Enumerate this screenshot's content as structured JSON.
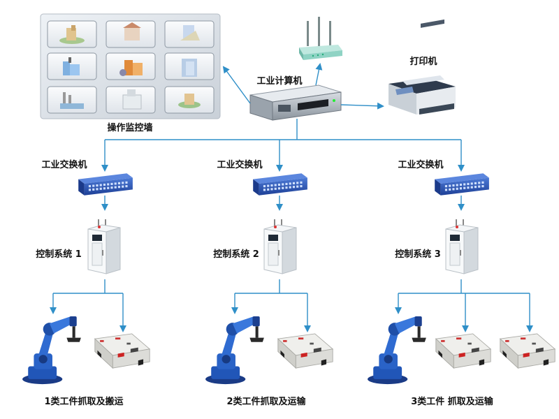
{
  "labels": {
    "monitor_wall": "操作监控墙",
    "industrial_computer": "工业计算机",
    "printer": "打印机",
    "switch_1": "工业交换机",
    "switch_2": "工业交换机",
    "switch_3": "工业交换机",
    "control_1": "控制系统  1",
    "control_2": "控制系统 2",
    "control_3": "控制系统 3",
    "process_1": "1类工件抓取及搬运",
    "process_2": "2类工件抓取及运输",
    "process_3": "3类工件 抓取及运输"
  },
  "colors": {
    "connector": "#2f8fc8",
    "robot_arm": "#1f4fa8",
    "switch": "#2b54b8",
    "cabinet": "#e8ecef",
    "agv": "#e4e4e2"
  },
  "icons": [
    "monitor-wall",
    "wifi-router-icon",
    "industrial-computer",
    "printer",
    "network-switch",
    "control-cabinet",
    "robot-arm",
    "agv-cart"
  ]
}
